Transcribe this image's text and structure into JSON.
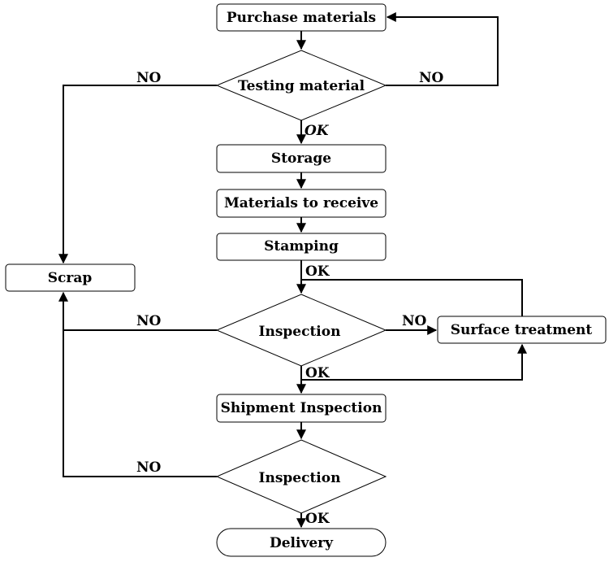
{
  "diagram": {
    "type": "flowchart",
    "nodes": {
      "purchase": {
        "label": "Purchase materials",
        "shape": "process"
      },
      "testing": {
        "label": "Testing material",
        "shape": "decision"
      },
      "storage": {
        "label": "Storage",
        "shape": "process"
      },
      "receive": {
        "label": "Materials to receive",
        "shape": "process"
      },
      "stamping": {
        "label": "Stamping",
        "shape": "process"
      },
      "scrap": {
        "label": "Scrap",
        "shape": "process"
      },
      "inspection1": {
        "label": "Inspection",
        "shape": "decision"
      },
      "surface": {
        "label": "Surface treatment",
        "shape": "process"
      },
      "shipment": {
        "label": "Shipment Inspection",
        "shape": "process"
      },
      "inspection2": {
        "label": "Inspection",
        "shape": "decision"
      },
      "delivery": {
        "label": "Delivery",
        "shape": "terminal"
      }
    },
    "edges": [
      {
        "from": "purchase",
        "to": "testing",
        "label": ""
      },
      {
        "from": "testing",
        "to": "storage",
        "label": "OK"
      },
      {
        "from": "testing",
        "to": "purchase",
        "label": "NO"
      },
      {
        "from": "testing",
        "to": "scrap",
        "label": "NO"
      },
      {
        "from": "storage",
        "to": "receive",
        "label": ""
      },
      {
        "from": "receive",
        "to": "stamping",
        "label": ""
      },
      {
        "from": "stamping",
        "to": "inspection1",
        "label": "OK"
      },
      {
        "from": "surface",
        "to": "inspection1",
        "label": ""
      },
      {
        "from": "inspection1",
        "to": "surface",
        "label": "NO"
      },
      {
        "from": "inspection1",
        "to": "scrap",
        "label": "NO"
      },
      {
        "from": "inspection1",
        "to": "shipment",
        "label": "OK"
      },
      {
        "from": "inspection1",
        "to": "surface",
        "label": ""
      },
      {
        "from": "shipment",
        "to": "inspection2",
        "label": ""
      },
      {
        "from": "inspection2",
        "to": "scrap",
        "label": "NO"
      },
      {
        "from": "inspection2",
        "to": "delivery",
        "label": "OK"
      }
    ],
    "labels": {
      "testing_ok": "OK",
      "testing_no_right": "NO",
      "testing_no_left": "NO",
      "stamping_ok": "OK",
      "inspection1_no_right": "NO",
      "inspection1_no_left": "NO",
      "inspection1_ok": "OK",
      "inspection2_no": "NO",
      "inspection2_ok": "OK"
    }
  }
}
